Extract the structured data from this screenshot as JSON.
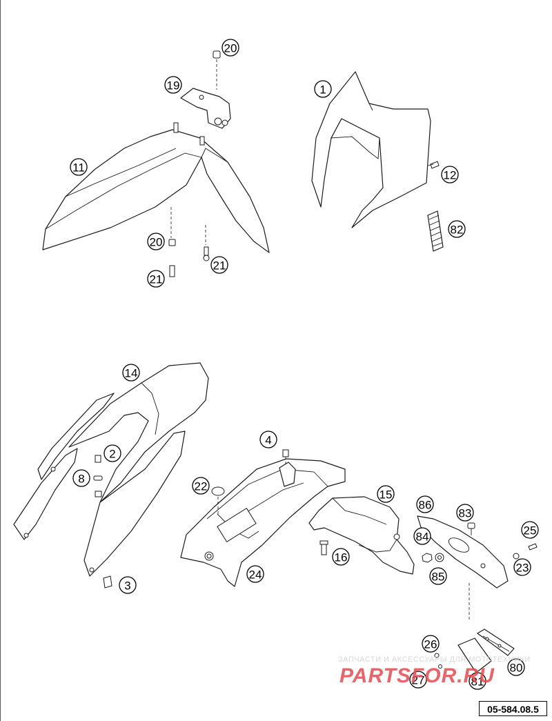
{
  "diagram": {
    "reference_code": "05-584.08.5",
    "callouts": [
      "20",
      "19",
      "1",
      "11",
      "12",
      "82",
      "20",
      "21",
      "21",
      "14",
      "4",
      "2",
      "8",
      "22",
      "15",
      "86",
      "83",
      "25",
      "84",
      "23",
      "85",
      "16",
      "24",
      "3",
      "26",
      "80",
      "27",
      "81"
    ]
  },
  "watermark": {
    "tagline": "ЗАПЧАСТИ И АКСЕССУАРЫ ДЛЯ МОТОТЕХНИКИ",
    "logo": "PARTSFOR.RU",
    "logo_color": "#e8474f"
  }
}
